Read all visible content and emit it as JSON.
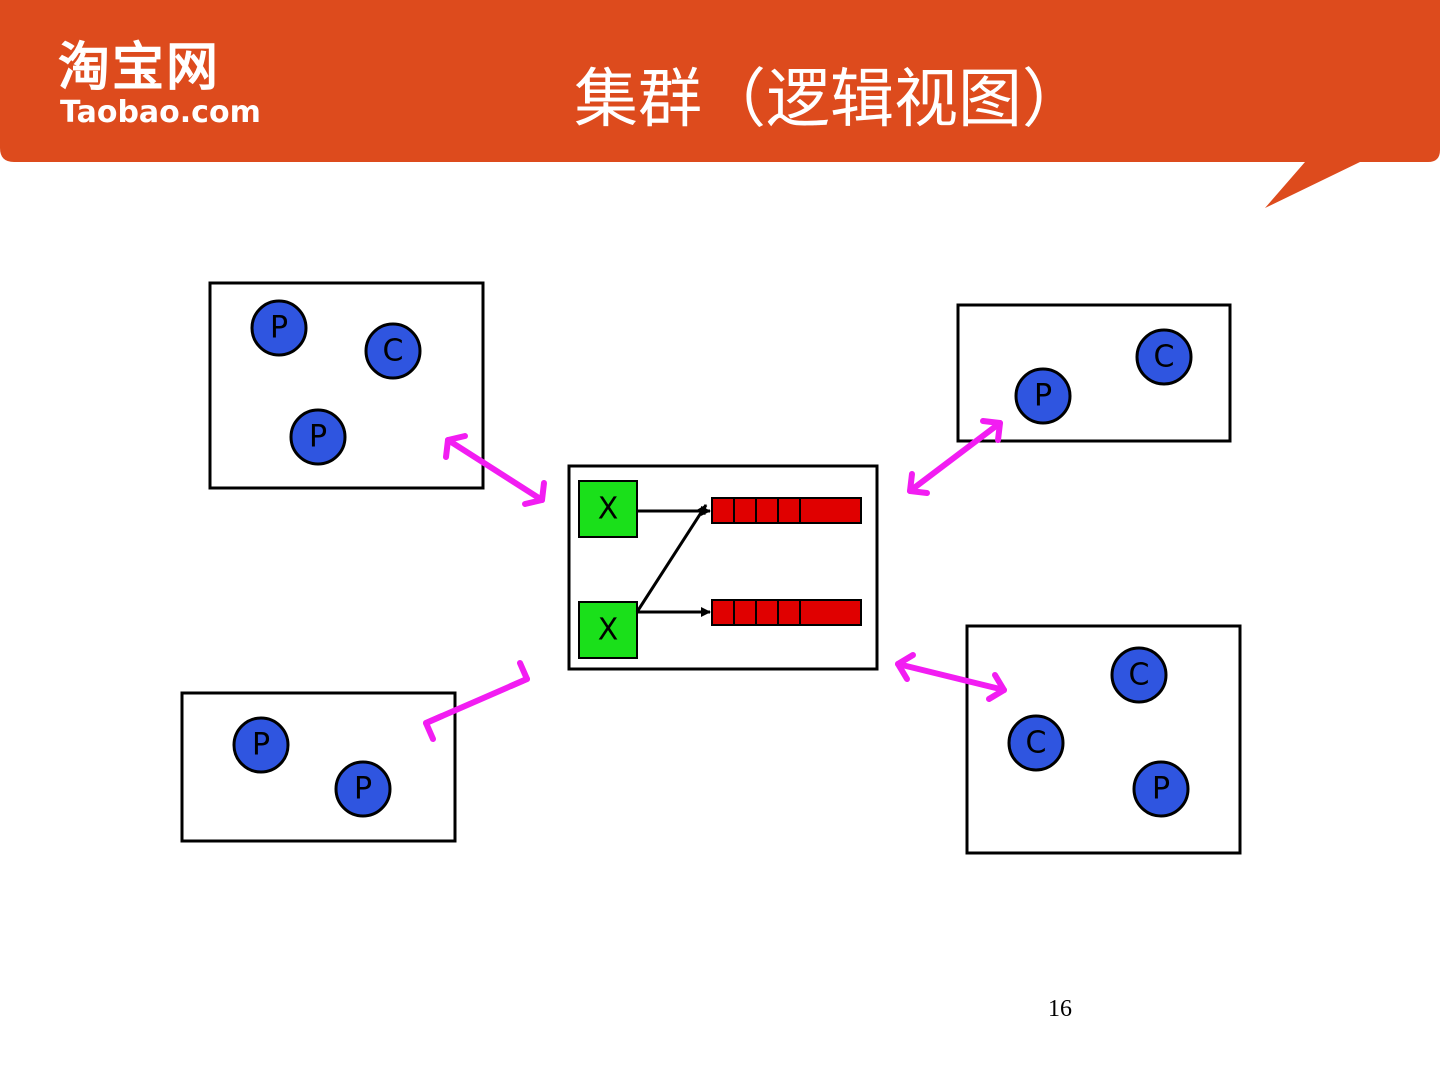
{
  "header": {
    "logo_cn": "淘宝网",
    "logo_en": "Taobao.com",
    "title": "集群（逻辑视图）",
    "background_color": "#dd4b1d"
  },
  "diagram": {
    "broker": {
      "exchanges": [
        "X",
        "X"
      ],
      "queues": 2,
      "exchange_color": "#1ae01a",
      "queue_color": "#e00000"
    },
    "clients": [
      {
        "name": "client-box-top-left",
        "nodes": [
          "P",
          "C",
          "P"
        ]
      },
      {
        "name": "client-box-top-right",
        "nodes": [
          "C",
          "P"
        ]
      },
      {
        "name": "client-box-bottom-left",
        "nodes": [
          "P",
          "P"
        ]
      },
      {
        "name": "client-box-bottom-right",
        "nodes": [
          "C",
          "C",
          "P"
        ]
      }
    ],
    "node_color": "#2f55e0",
    "link_color": "#f21df2"
  },
  "footer": {
    "page_number": "16"
  }
}
